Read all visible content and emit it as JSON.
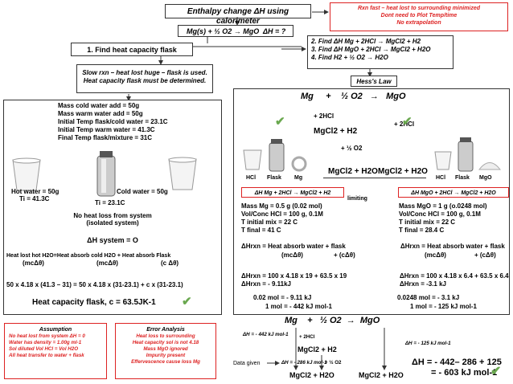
{
  "top": {
    "title": "Enthalpy change ΔH using calorimeter",
    "reaction": "Mg(s) + ½ O2 → MgO",
    "reaction_dh": "ΔH = ?",
    "notes": [
      "Rxn fast – heat lost to surrounding minimized",
      "Dont need to Plot Temp/time",
      "No extrapolation"
    ]
  },
  "step1": {
    "label": "1. Find heat capacity flask"
  },
  "steps": [
    "2. Find ΔH Mg + 2HCl → MgCl2 + H2",
    "3. Find ΔH MgO + 2HCl → MgCl2 + H2O",
    "4. Find H2 + ½ O2 → H2O"
  ],
  "slow": {
    "line1": "Slow rxn – heat lost huge – flask is used.",
    "line2": "Heat capacity flask must be determined."
  },
  "hess_label": "Hess's Law",
  "calib": {
    "data_lines": [
      "Mass cold water add = 50g",
      "Mass warm water add = 50g",
      "Initial Temp flask/cold water = 23.1C",
      "Initial Temp warm water = 41.3C",
      "Final Temp flask/mixture = 31C"
    ],
    "hot_water": "Hot water = 50g",
    "hot_temp": "Ti = 41.3C",
    "cold_water": "Cold water = 50g",
    "flask_temp": "Ti = 23.1C",
    "no_loss_1": "No heat loss from system",
    "no_loss_2": "(isolated system)",
    "dh_system": "ΔH system = O",
    "heat_balance": "Heat lost hot H2O=Heat absorb cold H2O + Heat absorb Flask",
    "mcdt1": "(mcΔθ)",
    "mcdt2": "(mcΔθ)",
    "cdt": "(c Δθ)",
    "equation": "50 x 4.18 x (41.3 – 31) = 50 x 4.18 x (31-23.1) + c x (31-23.1)",
    "result": "Heat capacity flask, c = 63.5JK-1"
  },
  "hess": {
    "top_eq": [
      "Mg",
      "+",
      "½ O2",
      "→",
      "MgO"
    ],
    "plus_2hcl_left": "+ 2HCl",
    "plus_2hcl_right": "+ 2HCl",
    "mgcl2_h2": "MgCl2 + H2",
    "plus_half_o2": "+ ½ O2",
    "bottom_left": "MgCl2 + H2O",
    "bottom_right": "MgCl2 + H2O",
    "labels_left": [
      "HCl",
      "Flask",
      "Mg"
    ],
    "labels_right": [
      "HCl",
      "Flask",
      "MgO"
    ],
    "box_left": "ΔH Mg + 2HCl → MgCl2 + H2",
    "box_right": "ΔH MgO + 2HCl → MgCl2 + H2O",
    "limiting": "limiting",
    "left_data": [
      "Mass Mg = 0.5 g (0.02 mol)",
      "Vol/Conc HCl = 100 g, 0.1M",
      "T initial mix = 22 C",
      "T final = 41 C"
    ],
    "right_data": [
      "Mass MgO = 1 g (o.0248 mol)",
      "Vol/Conc HCl = 100 g, 0.1M",
      "T initial mix = 22 C",
      "T final = 28.4 C"
    ],
    "dh_rxn_left": "ΔHrxn = Heat absorb water + flask",
    "dh_rxn_right": "ΔHrxn = Heat absorb water + flask",
    "mcdt_l": "(mcΔθ)",
    "cdt_l": "+ (cΔθ)",
    "mcdt_r": "(mcΔθ)",
    "cdt_r": "+ (cΔθ)",
    "calc_left": "ΔHrxn = 100 x 4.18 x 19 + 63.5 x 19",
    "calc_left2": "ΔHrxn = - 9.11kJ",
    "calc_right": "ΔHrxn = 100 x 4.18 x 6.4 + 63.5 x 6.4",
    "calc_right2": "ΔHrxn = -3.1 kJ",
    "mol_left1": "0.02 mol = - 9.11 kJ",
    "mol_left2": "1 mol = - 442 kJ mol-1",
    "mol_right1": "0.0248 mol = - 3.1 kJ",
    "mol_right2": "1 mol = - 125 kJ mol-1"
  },
  "assumption": {
    "title": "Assumption",
    "lines": [
      "No heat lost from system ΔH = 0",
      "Water has density = 1.00g ml-1",
      "Sol diluted Vol HCl = Vol H2O",
      "All heat transfer to water + flask"
    ]
  },
  "error": {
    "title": "Error Analysis",
    "lines": [
      "Heat loss to surrounding",
      "Heat capacity sol is not 4.18",
      "Mass MgO ignored",
      "Impurity present",
      "Effervescence cause loss Mg"
    ]
  },
  "final": {
    "top_eq": [
      "Mg",
      "+",
      "½ O2",
      "→",
      "MgO"
    ],
    "dh_left": "ΔH = - 442 kJ mol-1",
    "dh_right": "ΔH = - 125 kJ mol-1",
    "plus_2hcl": "+ 2HCl",
    "mgcl2_h2": "MgCl2 + H2",
    "data_given": "Data given",
    "dh_mid": "ΔH = - 286 kJ mol-1",
    "plus_half_o2": "+ ½ O2",
    "bottom_left": "MgCl2 + H2O",
    "bottom_right": "MgCl2 + H2O",
    "answer1": "ΔH = - 442– 286 + 125",
    "answer2": "= - 603 kJ mol-1"
  },
  "colors": {
    "accent_red": "#dd2222",
    "check_green": "#6aa84f"
  }
}
